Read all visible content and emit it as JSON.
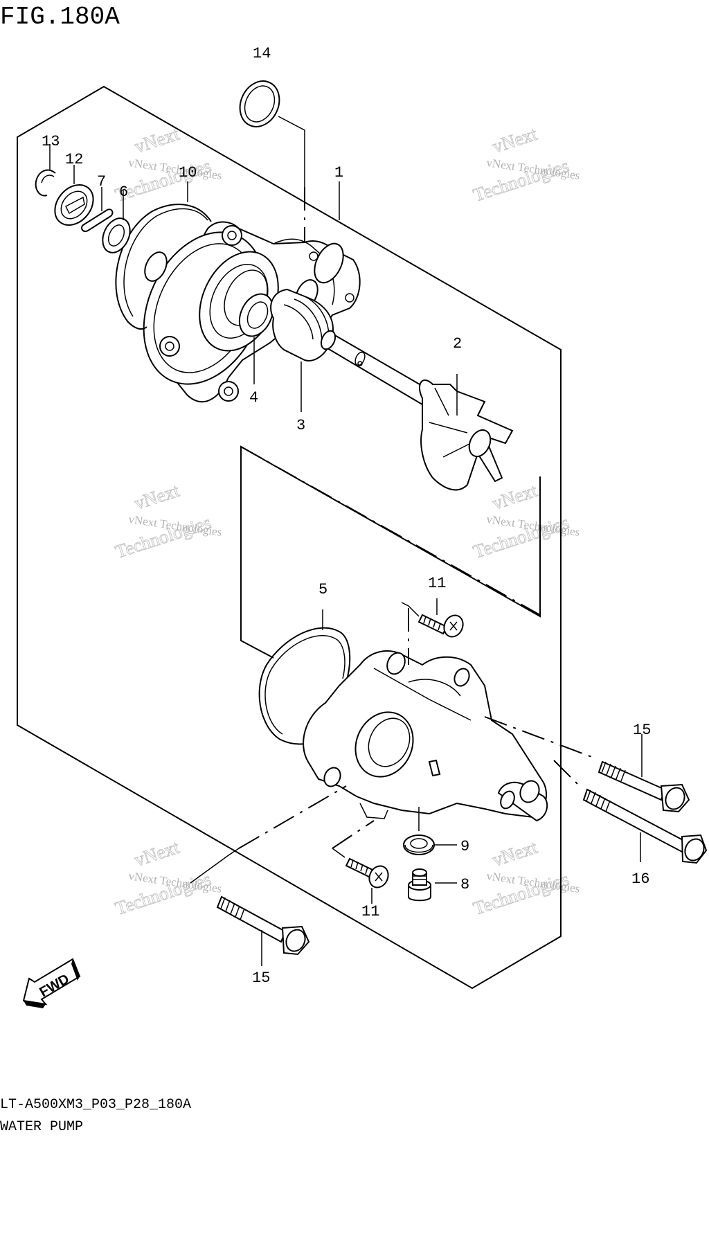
{
  "figure": {
    "title": "FIG.180A",
    "code": "LT-A500XM3_P03_P28_180A",
    "name": "WATER PUMP"
  },
  "watermark": {
    "line1": "vNext Technologies",
    "line2": "vNext",
    "line3": "Technologies"
  },
  "fwd_label": "FWD",
  "callouts": {
    "c1": "1",
    "c2": "2",
    "c3": "3",
    "c4": "4",
    "c5": "5",
    "c6": "6",
    "c7": "7",
    "c8": "8",
    "c9": "9",
    "c10": "10",
    "c11a": "11",
    "c11b": "11",
    "c12": "12",
    "c13": "13",
    "c14": "14",
    "c15a": "15",
    "c15b": "15",
    "c16": "16"
  }
}
